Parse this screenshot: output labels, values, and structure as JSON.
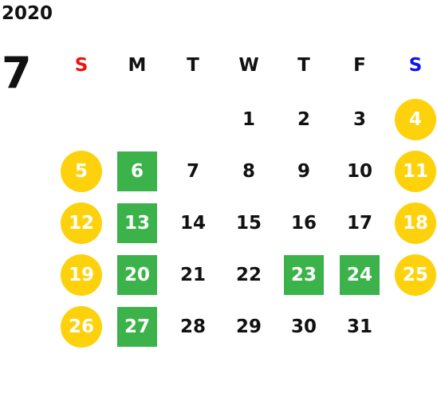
{
  "calendar": {
    "year": "2020",
    "month": "7",
    "weekdays": [
      {
        "label": "S",
        "color": "#ee1111"
      },
      {
        "label": "M",
        "color": "#111111"
      },
      {
        "label": "T",
        "color": "#111111"
      },
      {
        "label": "W",
        "color": "#111111"
      },
      {
        "label": "T",
        "color": "#111111"
      },
      {
        "label": "F",
        "color": "#111111"
      },
      {
        "label": "S",
        "color": "#1111ee"
      }
    ],
    "highlight_colors": {
      "yellow": "#fdd20c",
      "green": "#3cb34a",
      "on_highlight_text": "#ffffff"
    },
    "weeks": [
      [
        null,
        null,
        null,
        {
          "d": "1"
        },
        {
          "d": "2"
        },
        {
          "d": "3"
        },
        {
          "d": "4",
          "h": "yellow"
        }
      ],
      [
        {
          "d": "5",
          "h": "yellow"
        },
        {
          "d": "6",
          "h": "green"
        },
        {
          "d": "7"
        },
        {
          "d": "8"
        },
        {
          "d": "9"
        },
        {
          "d": "10"
        },
        {
          "d": "11",
          "h": "yellow"
        }
      ],
      [
        {
          "d": "12",
          "h": "yellow"
        },
        {
          "d": "13",
          "h": "green"
        },
        {
          "d": "14"
        },
        {
          "d": "15"
        },
        {
          "d": "16"
        },
        {
          "d": "17"
        },
        {
          "d": "18",
          "h": "yellow"
        }
      ],
      [
        {
          "d": "19",
          "h": "yellow"
        },
        {
          "d": "20",
          "h": "green"
        },
        {
          "d": "21"
        },
        {
          "d": "22"
        },
        {
          "d": "23",
          "h": "green"
        },
        {
          "d": "24",
          "h": "green"
        },
        {
          "d": "25",
          "h": "yellow"
        }
      ],
      [
        {
          "d": "26",
          "h": "yellow"
        },
        {
          "d": "27",
          "h": "green"
        },
        {
          "d": "28"
        },
        {
          "d": "29"
        },
        {
          "d": "30"
        },
        {
          "d": "31"
        },
        null
      ]
    ]
  }
}
